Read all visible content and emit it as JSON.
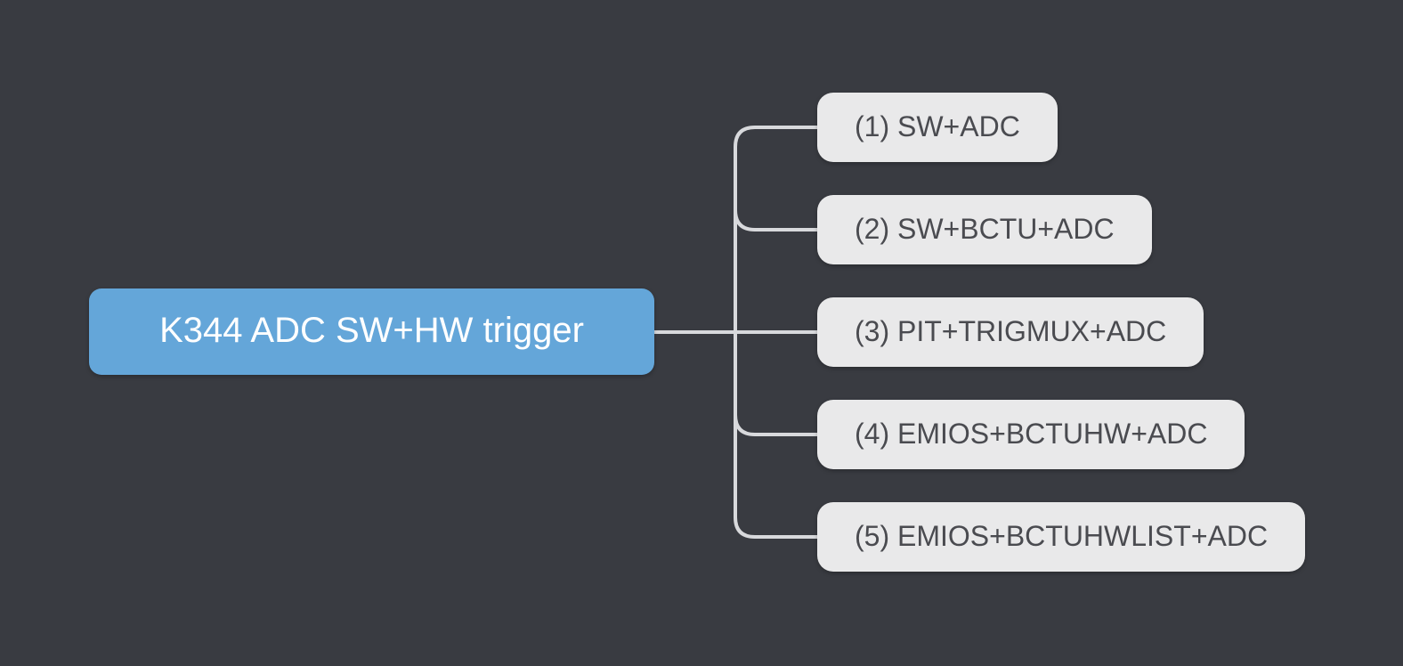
{
  "mindmap": {
    "root": {
      "label": "K344 ADC SW+HW trigger"
    },
    "children": [
      {
        "label": "(1) SW+ADC"
      },
      {
        "label": "(2) SW+BCTU+ADC"
      },
      {
        "label": "(3) PIT+TRIGMUX+ADC"
      },
      {
        "label": "(4) EMIOS+BCTUHW+ADC"
      },
      {
        "label": "(5) EMIOS+BCTUHWLIST+ADC"
      }
    ]
  },
  "colors": {
    "background": "#393b41",
    "root_fill": "#64a6d9",
    "root_text": "#ffffff",
    "child_fill": "#e9e9ea",
    "child_text": "#4a4b50",
    "connector": "#d8d9dc"
  }
}
